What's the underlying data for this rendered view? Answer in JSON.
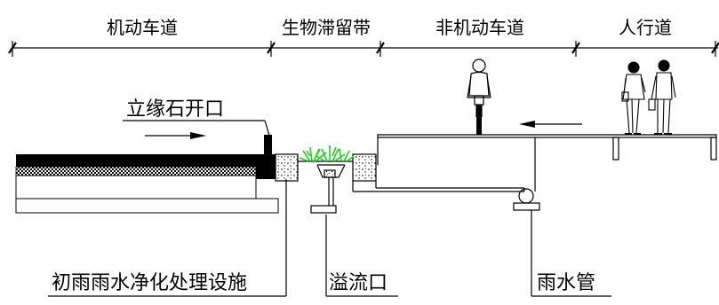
{
  "zones": {
    "motor_lane": "机动车道",
    "bioretention_strip": "生物滞留带",
    "non_motor_lane": "非机动车道",
    "sidewalk": "人行道"
  },
  "callouts": {
    "curb_opening": "立缘石开口",
    "first_flush_facility": "初雨雨水净化处理设施",
    "overflow_inlet": "溢流口",
    "storm_pipe": "雨水管"
  },
  "colors": {
    "line": "#000000",
    "vegetation": "#22cc22",
    "background": "#ffffff"
  }
}
